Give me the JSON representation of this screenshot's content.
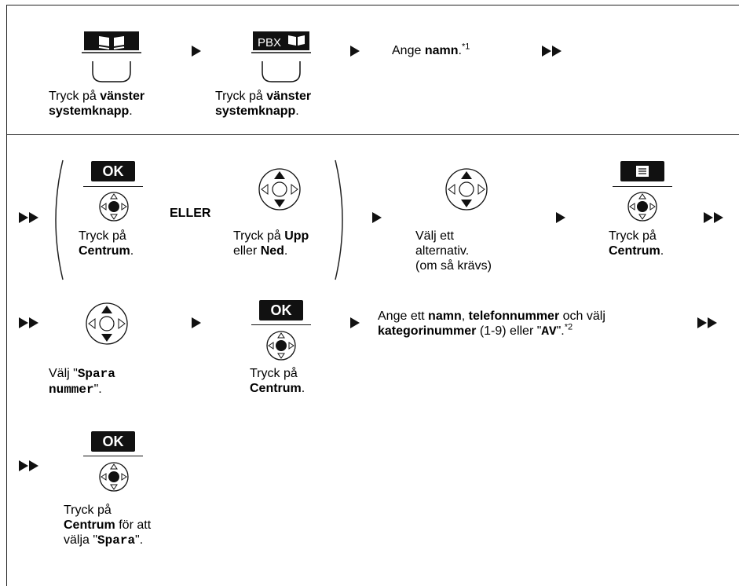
{
  "step1": {
    "caption_a": "Tryck på ",
    "caption_bold": "vänster",
    "caption_line2": "systemknapp",
    "caption_end": "."
  },
  "step2": {
    "key_label": "PBX",
    "caption_a": "Tryck på ",
    "caption_bold": "vänster",
    "caption_line2": "systemknapp",
    "caption_end": "."
  },
  "step3": {
    "text_a": "Ange ",
    "text_bold": "namn",
    "text_end": ".",
    "footnote": "*1"
  },
  "row2": {
    "ok_label": "OK",
    "center_caption_a": "Tryck på",
    "center_caption_bold": "Centrum",
    "center_caption_end": ".",
    "or_label": "ELLER",
    "updown_caption_a": "Tryck på ",
    "updown_caption_bold1": "Upp",
    "updown_caption_b": "eller ",
    "updown_caption_bold2": "Ned",
    "updown_caption_end": ".",
    "select_line1": "Välj ett",
    "select_line2": "alternativ.",
    "select_line3": "(om så krävs)",
    "menu_caption_a": "Tryck på",
    "menu_caption_bold": "Centrum",
    "menu_caption_end": "."
  },
  "row3": {
    "select_a": "Välj \"",
    "select_mono1": "Spara",
    "select_mono2": "nummer",
    "select_end": "\".",
    "ok_label": "OK",
    "center_caption_a": "Tryck på",
    "center_caption_bold": "Centrum",
    "center_caption_end": ".",
    "enter_a": "Ange ett ",
    "enter_bold1": "namn",
    "enter_b": ", ",
    "enter_bold2": "telefonnummer",
    "enter_c": " och välj",
    "enter_bold3": "kategorinummer",
    "enter_d": " (1-9) eller \"",
    "enter_mono": "AV",
    "enter_e": "\".",
    "footnote": "*2"
  },
  "row4": {
    "ok_label": "OK",
    "caption_a": "Tryck på",
    "caption_bold": "Centrum",
    "caption_b": " för att",
    "caption_c": "välja \"",
    "caption_mono": "Spara",
    "caption_end": "\"."
  }
}
